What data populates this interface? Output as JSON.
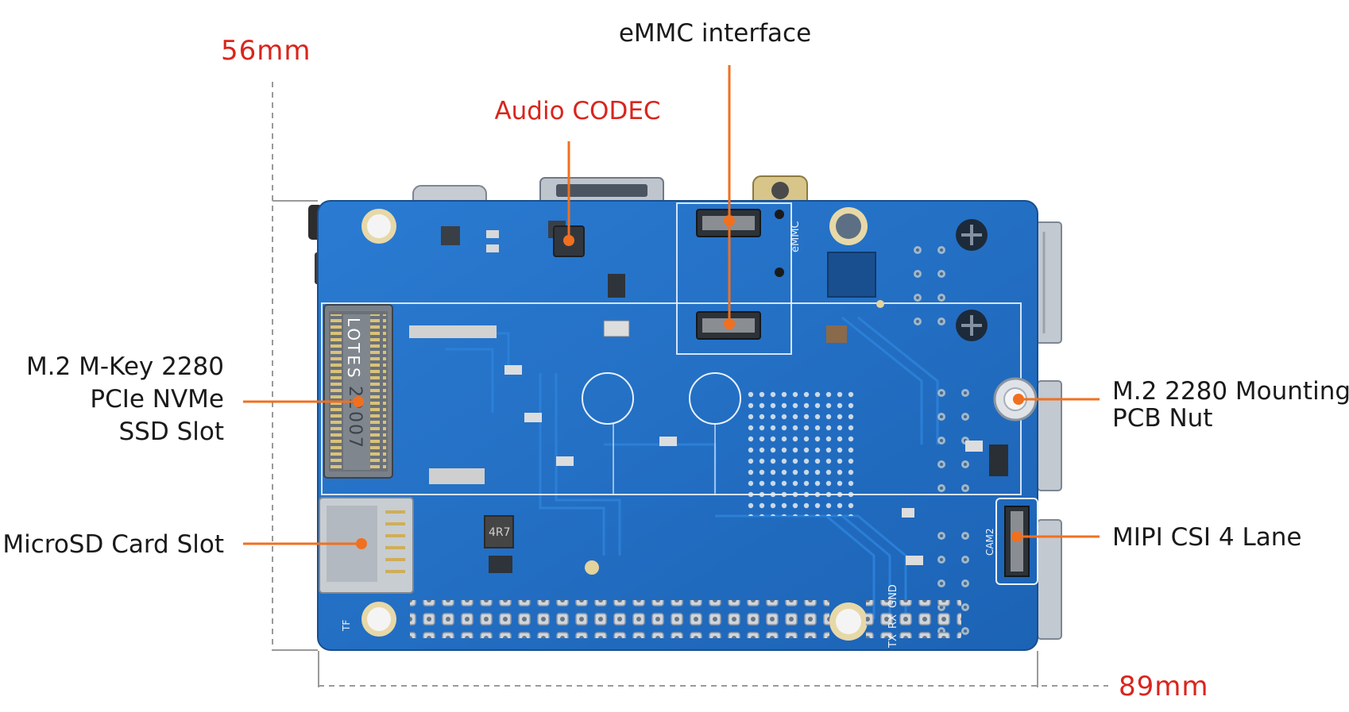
{
  "dimensions": {
    "height": "56mm",
    "width": "89mm"
  },
  "labels": {
    "emmc": "eMMC interface",
    "audio": "Audio CODEC",
    "m2_line1": "M.2 M-Key 2280",
    "m2_line2": "PCIe NVMe",
    "m2_line3": "SSD Slot",
    "microsd": "MicroSD Card Slot",
    "nut_line1": "M.2 2280 Mounting",
    "nut_line2": "PCB Nut",
    "mipi": "MIPI CSI 4 Lane"
  },
  "silkscreen": {
    "m2_brand": "LOTES",
    "m2_code": "22007",
    "emmc_text": "eMMC",
    "inductor": "4R7",
    "cam": "CAM2",
    "tx": "TX",
    "rx": "RX",
    "gnd": "GND",
    "tf": "TF"
  },
  "colors": {
    "board": "#1f6fc4",
    "callout": "#f07020",
    "accent_text": "#d9251d",
    "label_text": "#1a1a1a",
    "dimension_line": "#9a9a9a"
  }
}
